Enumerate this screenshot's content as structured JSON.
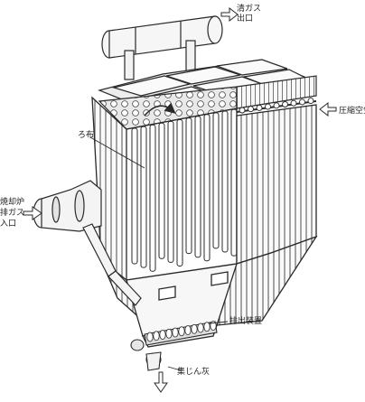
{
  "labels": {
    "outlet": [
      "清ガス",
      "出口"
    ],
    "filter_cloth": "ろ布",
    "compressed_air": "圧縮空気",
    "inlet": [
      "焼却炉",
      "排ガス",
      "入口"
    ],
    "discharge_device": "排出装置",
    "dust_discharge": "集じん灰"
  },
  "colors": {
    "line": "#2a2a2a",
    "shade": "#9a9a9a",
    "panel": "#f4f4f4",
    "background": "#ffffff"
  }
}
